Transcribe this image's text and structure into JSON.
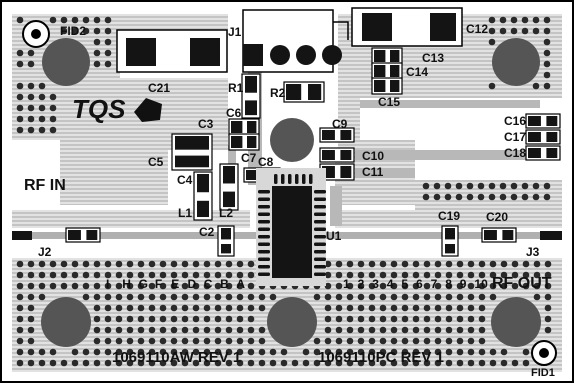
{
  "board": {
    "fiducials": {
      "top_left": "FID2",
      "bottom_right": "FID1"
    },
    "connectors": {
      "j1": "J1",
      "j2": "J2",
      "j3": "J3"
    },
    "rf_in": "RF IN",
    "rf_out": "RF OUT",
    "ic": "U1",
    "logo_text": "TQS",
    "pin_labels_left": [
      "I",
      "H",
      "G",
      "F",
      "E",
      "D",
      "C",
      "B",
      "A"
    ],
    "pin_labels_right": [
      "1",
      "2",
      "3",
      "4",
      "5",
      "6",
      "7",
      "8",
      "9",
      "10"
    ],
    "part_numbers": {
      "left": "1069110AW REV 1",
      "right": "1069110PC REV 1"
    },
    "components": {
      "c2": "C2",
      "c3": "C3",
      "c4": "C4",
      "c5": "C5",
      "c6": "C6",
      "c7": "C7",
      "c8": "C8",
      "c9": "C9",
      "c10": "C10",
      "c11": "C11",
      "c12": "C12",
      "c13": "C13",
      "c14": "C14",
      "c15": "C15",
      "c16": "C16",
      "c17": "C17",
      "c18": "C18",
      "c19": "C19",
      "c20": "C20",
      "c21": "C21",
      "r1": "R1",
      "r2": "R2",
      "l1": "L1",
      "l2": "L2"
    }
  },
  "colors": {
    "copper": "#d4d4d4",
    "trace": "#b8b8b8",
    "via": "#2a2a2a",
    "pad": "#141414",
    "silk": "#111111",
    "mask": "#ffffff"
  }
}
